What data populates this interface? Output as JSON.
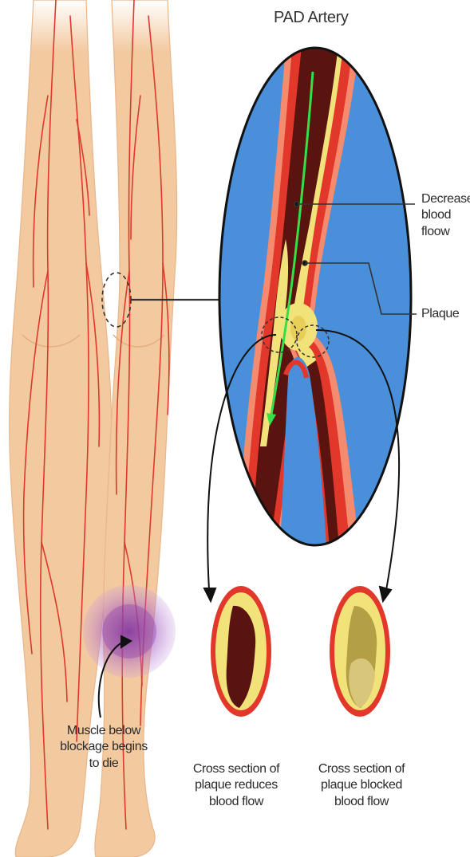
{
  "diagram": {
    "title": "PAD Artery",
    "labels": {
      "decreased_blood_flow": "Decreased\nblood floow",
      "plaque": "Plaque",
      "muscle_dies": "Muscle below\nblockage begins\nto die",
      "cross_section_reduces": "Cross section of\nplaque reduces\nblood flow",
      "cross_section_blocked": "Cross section of\nplaque blocked\nblood flow"
    },
    "colors": {
      "skin": "#f3c9a0",
      "skin_shadow": "#e8b68a",
      "vein": "#e0382b",
      "background_blue": "#4a8fd9",
      "artery_wall": "#e2372b",
      "artery_lumen": "#5a1410",
      "plaque": "#f2e27a",
      "flow_arrow": "#33e047",
      "bruise": "#9b59b6"
    }
  }
}
